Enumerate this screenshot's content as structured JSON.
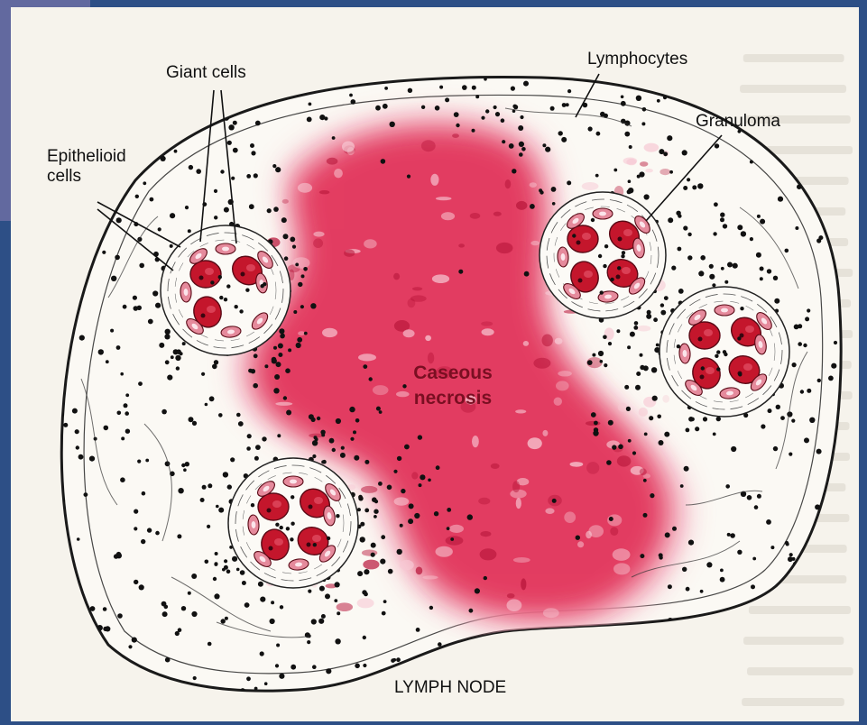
{
  "labels": {
    "giant_cells": "Giant cells",
    "epithelioid_cells": "Epithelioid\ncells",
    "lymphocytes": "Lymphocytes",
    "granuloma": "Granuloma",
    "caseous_necrosis": "Caseous\nnecrosis",
    "lymph_node": "LYMPH NODE"
  },
  "colors": {
    "background": "#2d4f86",
    "paper": "#f6f3ec",
    "necrosis": "#e0284f",
    "giant_cell": "#c4162c",
    "epithelioid": "#e58a9c",
    "lymphocyte": "#111111"
  }
}
